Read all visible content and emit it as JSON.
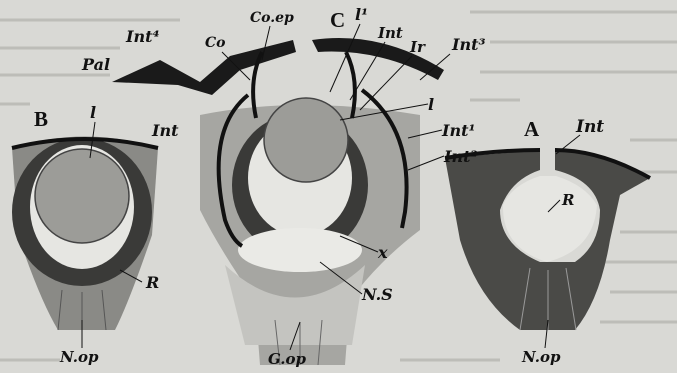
{
  "figure": {
    "panels": {
      "A": {
        "label": "A",
        "parts": {
          "int": "Int",
          "retina": "R",
          "optic_nerve": "N.op"
        }
      },
      "B": {
        "label": "B",
        "parts": {
          "lens": "l",
          "int": "Int",
          "retina": "R",
          "optic_nerve": "N.op"
        }
      },
      "C": {
        "label": "C",
        "parts": {
          "int4": "Int⁴",
          "pal": "Pal",
          "co": "Co",
          "coep": "Co.ep",
          "l1": "l¹",
          "int": "Int",
          "ir": "Ir",
          "int3": "Int³",
          "l": "l",
          "int1": "Int¹",
          "int2": "Int²",
          "x": "x",
          "ns": "N.S",
          "gop": "G.op"
        }
      }
    }
  }
}
